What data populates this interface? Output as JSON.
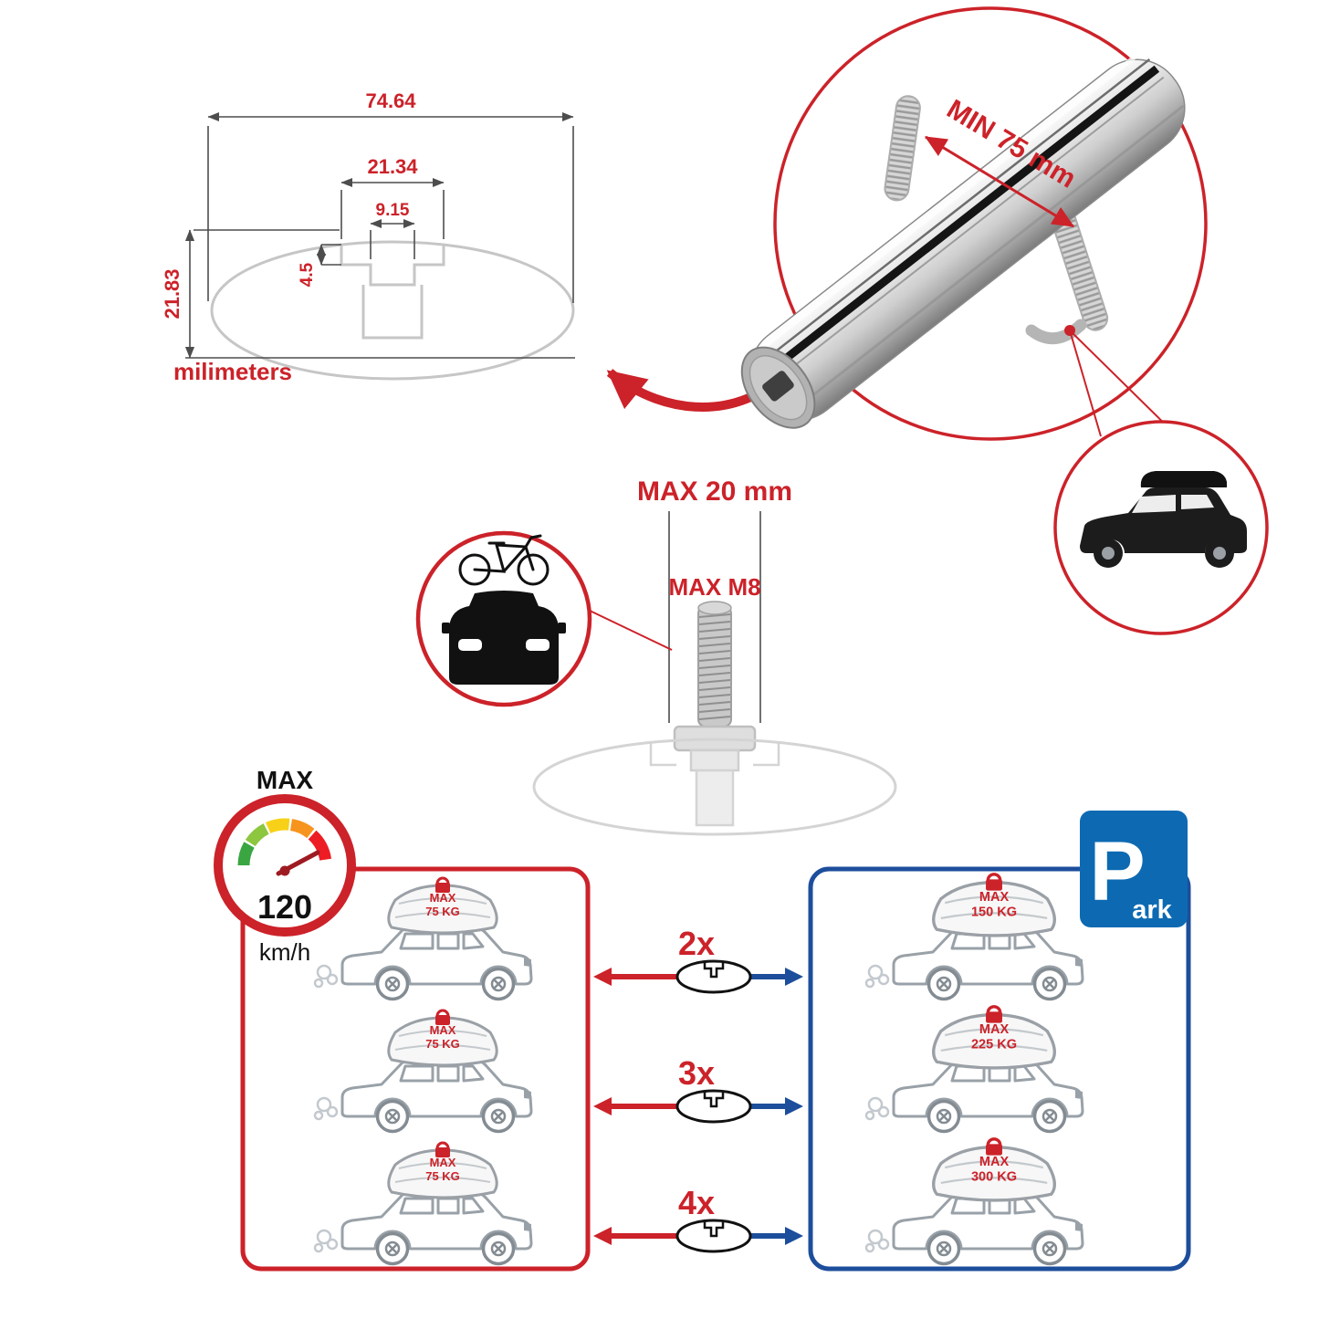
{
  "dimension_diagram": {
    "total_width": "74.64",
    "slot_outer_width": "21.34",
    "slot_inner_width": "9.15",
    "slot_depth": "4.5",
    "total_height": "21.83",
    "unit_label": "milimeters"
  },
  "crossbar_callout": {
    "clamp_dimension": "MIN 75 mm"
  },
  "bolt_callout": {
    "max_length": "MAX 20 mm",
    "max_thread": "MAX M8"
  },
  "speed_panel": {
    "title": "MAX",
    "speed_value": "120",
    "speed_unit": "km/h",
    "cars": [
      {
        "line1": "MAX",
        "line2": "75 KG"
      },
      {
        "line1": "MAX",
        "line2": "75 KG"
      },
      {
        "line1": "MAX",
        "line2": "75 KG"
      }
    ]
  },
  "park_panel": {
    "sign_letter": "P",
    "sign_suffix": "ark",
    "cars": [
      {
        "line1": "MAX",
        "line2": "150 KG"
      },
      {
        "line1": "MAX",
        "line2": "225 KG"
      },
      {
        "line1": "MAX",
        "line2": "300 KG"
      }
    ]
  },
  "multipliers": [
    {
      "label": "2x"
    },
    {
      "label": "3x"
    },
    {
      "label": "4x"
    }
  ],
  "colors": {
    "accent_red": "#cc2229",
    "accent_blue": "#1d4e9c",
    "sign_blue": "#0d6ab2",
    "drawing_grey": "#9aa0a6"
  }
}
